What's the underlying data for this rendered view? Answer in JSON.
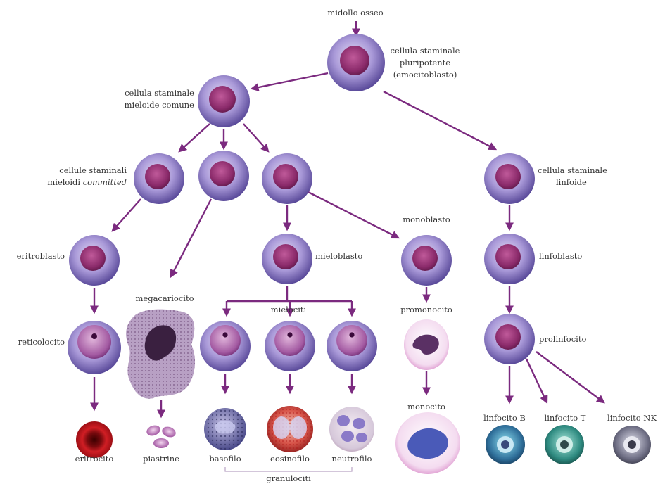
{
  "labels": {
    "bone_marrow": "midollo osseo",
    "pluripotent_1": "cellula staminale",
    "pluripotent_2": "pluripotente",
    "pluripotent_3": "(emocitoblasto)",
    "myeloid_1": "cellula staminale",
    "myeloid_2": "mieloide comune",
    "committed_1": "cellule staminali",
    "committed_2": "mieloidi ",
    "committed_3": "committed",
    "lymphoid_1": "cellula staminale",
    "lymphoid_2": "linfoide",
    "monoblast": "monoblasto",
    "erythroblast": "eritroblasto",
    "myeloblast": "mieloblasto",
    "lymphoblast": "linfoblasto",
    "megakaryocyte": "megacariocito",
    "myelocytes": "mielociti",
    "promonocyte": "promonocito",
    "reticulocyte": "reticolocito",
    "prolymphocyte": "prolinfocito",
    "monocyte": "monocito",
    "erythrocyte": "eritrocito",
    "platelets": "piastrine",
    "basophil": "basofilo",
    "eosinophil": "eosinofilo",
    "neutrophil": "neutrofilo",
    "granulocytes": "granulociti",
    "lymph_b": "linfocito B",
    "lymph_t": "linfocito T",
    "lymph_nk": "linfocito NK"
  },
  "colors": {
    "arrow": "#7b2a7f",
    "text": "#333333",
    "stem_outer": "#9d8ccf",
    "stem_nucleus": "#8a2a6a",
    "rbc": "#c4161c",
    "basophil": "#4a4a8a",
    "eosinophil": "#d8554a",
    "neutrophil": "#c9b8d6",
    "lymph_b": "#2f6f9a",
    "lymph_t": "#2e8a80",
    "lymph_nk": "#6f6f85"
  }
}
